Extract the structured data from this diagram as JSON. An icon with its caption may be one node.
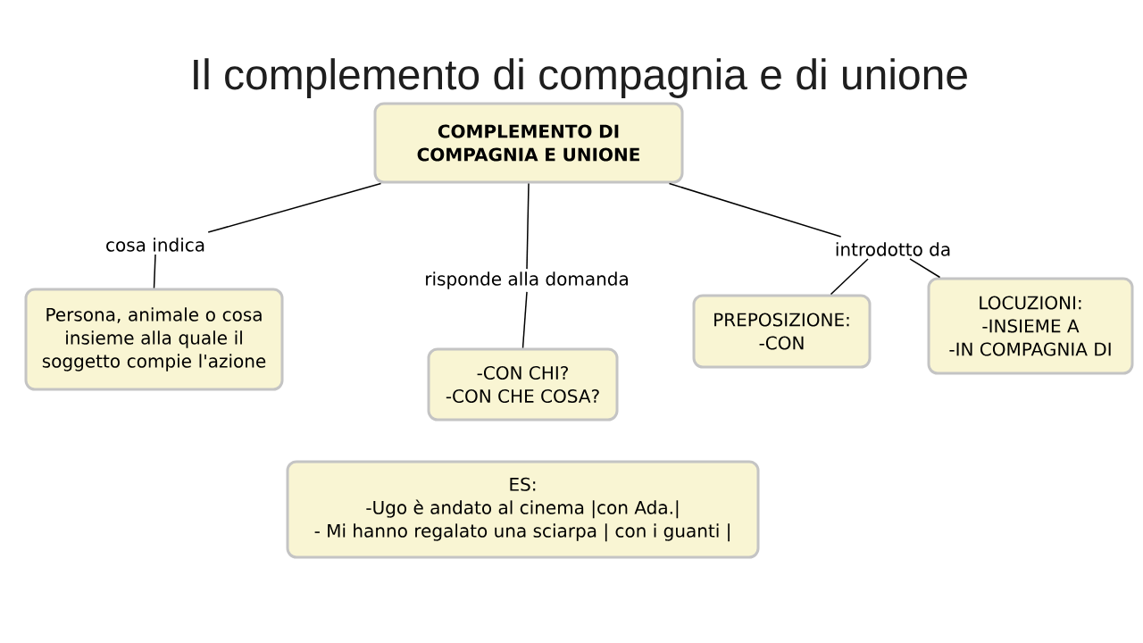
{
  "diagram": {
    "title": "Il complemento di compagnia e di unione",
    "nodes": [
      {
        "text": [
          "COMPLEMENTO DI COMPAGNIA E UNIONE"
        ]
      },
      {
        "text": [
          "cosa indica"
        ]
      },
      {
        "text": [
          "Persona, animale o cosa insieme alla quale il soggetto compie l'azione"
        ]
      },
      {
        "text": [
          "risponde alla domanda"
        ]
      },
      {
        "text": [
          "-CON CHI?",
          "-CON CHE COSA?"
        ]
      },
      {
        "text": [
          "introdotto da"
        ]
      },
      {
        "text": [
          "PREPOSIZIONE:",
          "-CON"
        ]
      },
      {
        "text": [
          "LOCUZIONI:",
          "-INSIEME A",
          "-IN COMPAGNIA DI"
        ]
      },
      {
        "text": [
          "ES:",
          "-Ugo è andato al cinema |con Ada.|",
          "- Mi hanno regalato una sciarpa | con i guanti |"
        ]
      }
    ],
    "edges": [
      {
        "from": 0,
        "to": 1,
        "arrow": "none"
      },
      {
        "from": 1,
        "to": 2,
        "arrow": "none"
      },
      {
        "from": 0,
        "to": 3,
        "arrow": "none"
      },
      {
        "from": 3,
        "to": 4,
        "arrow": "none"
      },
      {
        "from": 0,
        "to": 5,
        "arrow": "none"
      },
      {
        "from": 5,
        "to": 6,
        "arrow": "none"
      },
      {
        "from": 5,
        "to": 7,
        "arrow": "none"
      }
    ]
  }
}
